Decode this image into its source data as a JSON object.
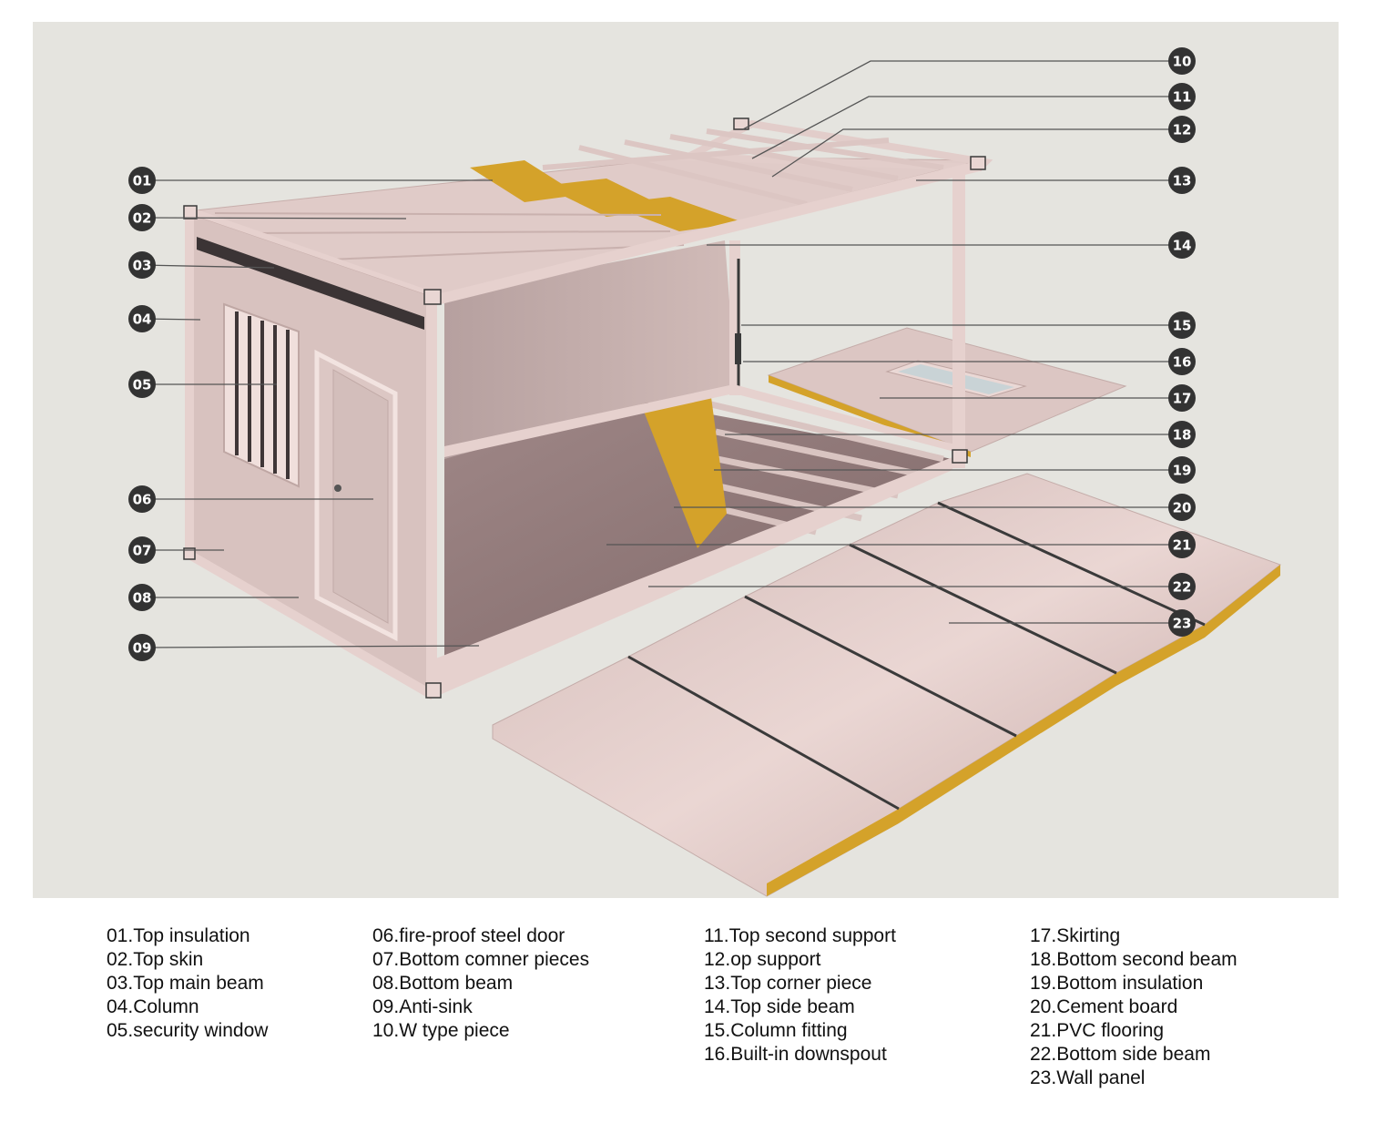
{
  "callouts": [
    {
      "num": "01",
      "label": "Top insulation"
    },
    {
      "num": "02",
      "label": "Top skin"
    },
    {
      "num": "03",
      "label": "Top main beam"
    },
    {
      "num": "04",
      "label": "Column"
    },
    {
      "num": "05",
      "label": "security window"
    },
    {
      "num": "06",
      "label": "fire-proof steel door"
    },
    {
      "num": "07",
      "label": "Bottom comner pieces"
    },
    {
      "num": "08",
      "label": "Bottom beam"
    },
    {
      "num": "09",
      "label": "Anti-sink"
    },
    {
      "num": "10",
      "label": "W type piece"
    },
    {
      "num": "11",
      "label": "Top second support"
    },
    {
      "num": "12",
      "label": "op support"
    },
    {
      "num": "13",
      "label": "Top corner piece"
    },
    {
      "num": "14",
      "label": "Top side beam"
    },
    {
      "num": "15",
      "label": "Column fitting"
    },
    {
      "num": "16",
      "label": "Built-in downspout"
    },
    {
      "num": "17",
      "label": "Skirting"
    },
    {
      "num": "18",
      "label": "Bottom second beam"
    },
    {
      "num": "19",
      "label": "Bottom insulation"
    },
    {
      "num": "20",
      "label": "Cement board"
    },
    {
      "num": "21",
      "label": "PVC flooring"
    },
    {
      "num": "22",
      "label": "Bottom side beam"
    },
    {
      "num": "23",
      "label": "Wall panel"
    }
  ],
  "legend": {
    "col1": [
      "01.Top insulation",
      "02.Top skin",
      "03.Top main beam",
      "04.Column",
      "05.security window"
    ],
    "col2": [
      "06.fire-proof steel door",
      "07.Bottom comner pieces",
      "08.Bottom beam",
      "09.Anti-sink",
      "10.W type piece"
    ],
    "col3": [
      "11.Top second support",
      "12.op support",
      "13.Top corner piece",
      "14.Top side beam",
      "15.Column fitting",
      "16.Built-in downspout"
    ],
    "col4": [
      "17.Skirting",
      "18.Bottom second beam",
      "19.Bottom insulation",
      "20.Cement board",
      "21.PVC flooring",
      "22.Bottom side beam",
      "23.Wall panel"
    ]
  },
  "colors": {
    "background": "#e5e4df",
    "frame": "#e4cbc8",
    "insulation": "#d4a22a",
    "badge": "#333333",
    "floor": "#8f7676"
  }
}
